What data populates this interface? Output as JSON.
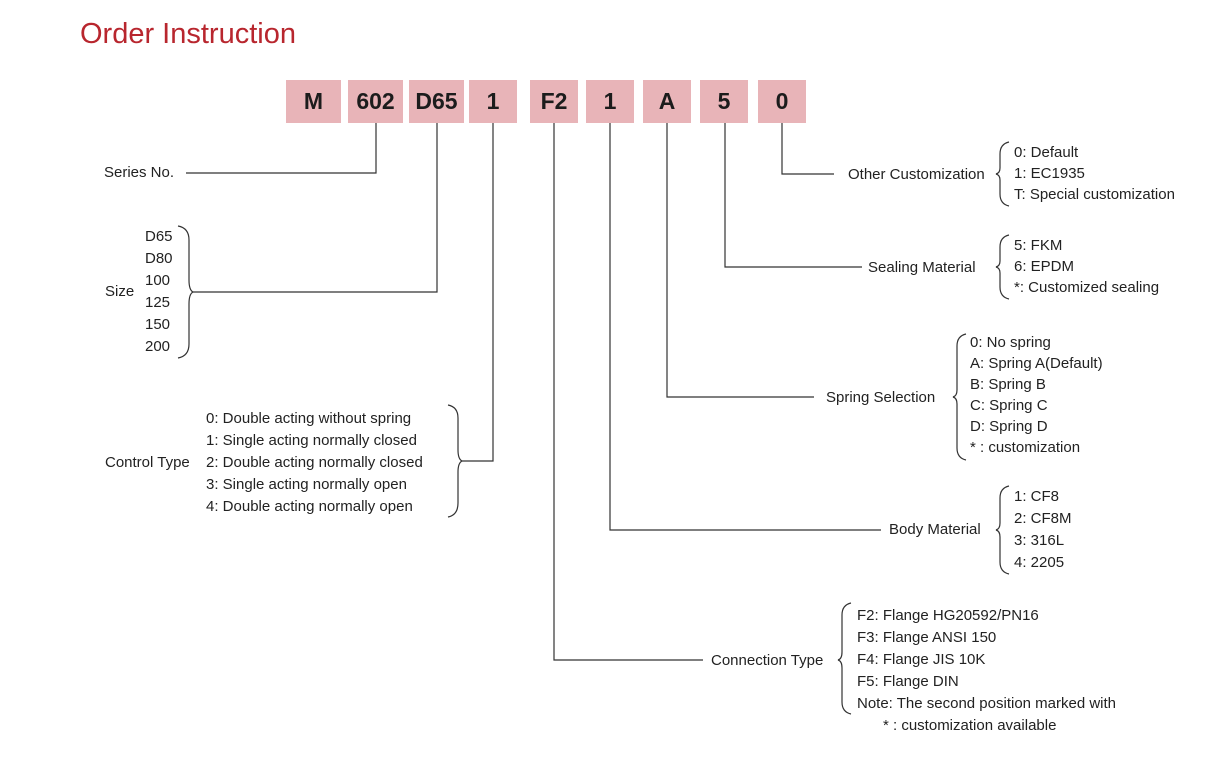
{
  "title": "Order Instruction",
  "code": [
    "M",
    "602",
    "D65",
    "1",
    "F2",
    "1",
    "A",
    "5",
    "0"
  ],
  "fields": {
    "series": {
      "label": "Series No."
    },
    "size": {
      "label": "Size",
      "options": [
        "D65",
        "D80",
        "100",
        "125",
        "150",
        "200"
      ]
    },
    "control": {
      "label": "Control Type",
      "options": [
        "0: Double acting without spring",
        "1: Single acting normally closed",
        "2: Double acting normally closed",
        "3: Single acting normally open",
        "4: Double acting normally open"
      ]
    },
    "other": {
      "label": "Other Customization",
      "options": [
        "0: Default",
        "1: EC1935",
        "T: Special customization"
      ]
    },
    "sealing": {
      "label": "Sealing Material",
      "options": [
        "5: FKM",
        "6: EPDM",
        "*: Customized sealing"
      ]
    },
    "spring": {
      "label": "Spring Selection",
      "options": [
        "0: No spring",
        "A: Spring A(Default)",
        "B: Spring B",
        "C: Spring C",
        "D: Spring D",
        "* : customization"
      ]
    },
    "body": {
      "label": "Body Material",
      "options": [
        "1: CF8",
        "2: CF8M",
        "3: 316L",
        "4: 2205"
      ]
    },
    "connection": {
      "label": "Connection Type",
      "options": [
        "F2: Flange HG20592/PN16",
        "F3: Flange ANSI 150",
        "F4: Flange JIS 10K",
        "F5: Flange DIN",
        "Note: The second position marked with",
        "* : customization available"
      ]
    }
  },
  "colors": {
    "title": "#b8262e",
    "box": "#e8b4b8",
    "line": "#333333"
  }
}
